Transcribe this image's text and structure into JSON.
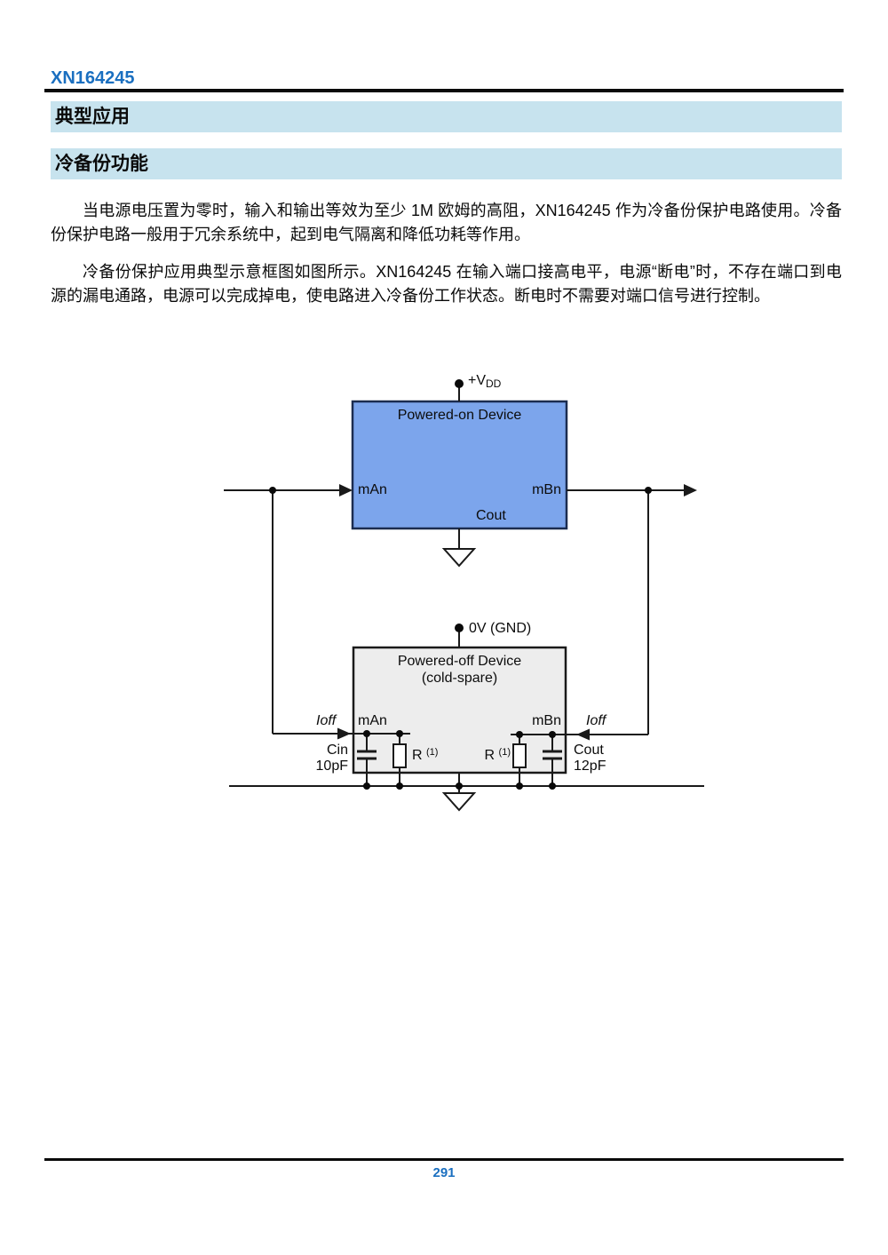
{
  "header": {
    "doc_id": "XN164245"
  },
  "sections": {
    "typical_applications": "典型应用",
    "cold_spare": "冷备份功能"
  },
  "paragraphs": {
    "p1": "当电源电压置为零时，输入和输出等效为至少 1M 欧姆的高阻，XN164245 作为冷备份保护电路使用。冷备份保护电路一般用于冗余系统中，起到电气隔离和降低功耗等作用。",
    "p2": "冷备份保护应用典型示意框图如图所示。XN164245 在输入端口接高电平，电源“断电”时，不存在端口到电源的漏电通路，电源可以完成掉电，使电路进入冷备份工作状态。断电时不需要对端口信号进行控制。"
  },
  "diagram": {
    "vdd_label_main": "+V",
    "vdd_label_sub": "DD",
    "powered_on_title": "Powered-on Device",
    "port_man": "mAn",
    "port_mbn": "mBn",
    "port_cout": "Cout",
    "gnd_label": "0V (GND)",
    "powered_off_title": "Powered-off Device",
    "powered_off_subtitle": "(cold-spare)",
    "ioff_label": "Ioff",
    "cin_label": "Cin",
    "cin_value": "10pF",
    "resistor_label": "R",
    "resistor_note": "(1)",
    "cout_label": "Cout",
    "cout_value": "12pF",
    "colors": {
      "powered_on_fill": "#7CA5EC",
      "powered_on_border": "#1B2C50",
      "powered_off_fill": "#EDEDED",
      "heading_band_bg": "#C7E3EE",
      "accent_blue": "#1A6FC0",
      "line": "#1a1a1a"
    }
  },
  "footer": {
    "page_number": "291"
  }
}
